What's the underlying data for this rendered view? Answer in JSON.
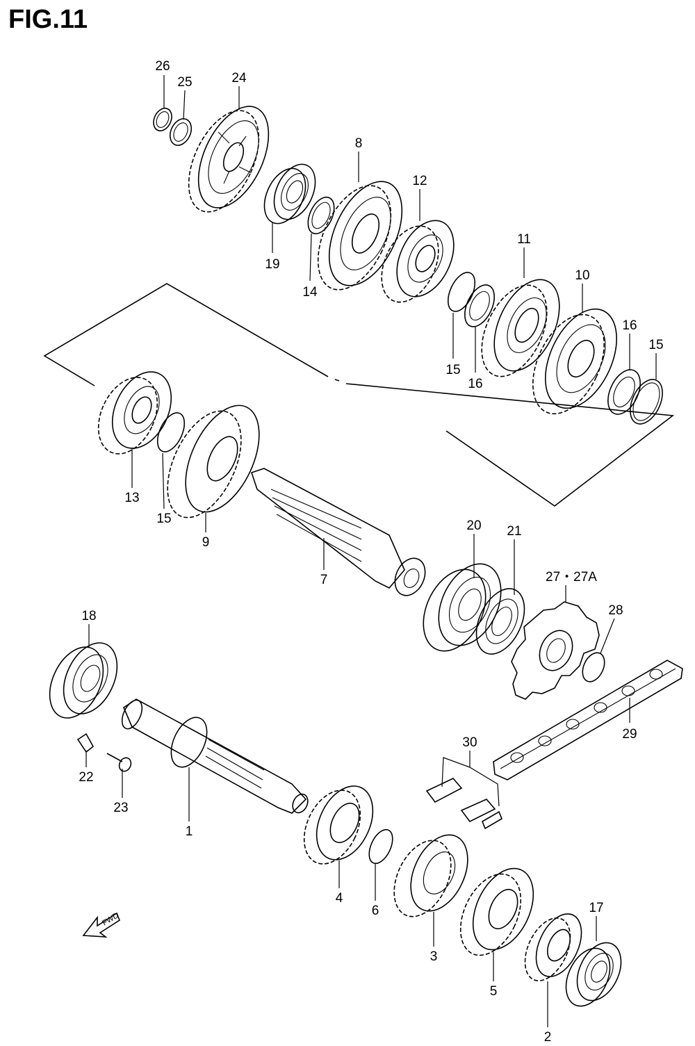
{
  "figure": {
    "title": "FIG.11",
    "direction_label": "FWD",
    "direction_icon": "arrow-left-down-icon"
  },
  "callouts": {
    "p26": "26",
    "p25": "25",
    "p24": "24",
    "p19": "19",
    "p14": "14",
    "p8": "8",
    "p12": "12",
    "p11": "11",
    "p10": "10",
    "p15a": "15",
    "p16a": "16",
    "p16b": "16",
    "p15b": "15",
    "p13": "13",
    "p15c": "15",
    "p9": "9",
    "p7": "7",
    "p20": "20",
    "p21": "21",
    "p27": "27・27A",
    "p28": "28",
    "p29": "29",
    "p18": "18",
    "p22": "22",
    "p23": "23",
    "p1": "1",
    "p30": "30",
    "p4": "4",
    "p6": "6",
    "p3": "3",
    "p5": "5",
    "p17": "17",
    "p2": "2"
  }
}
